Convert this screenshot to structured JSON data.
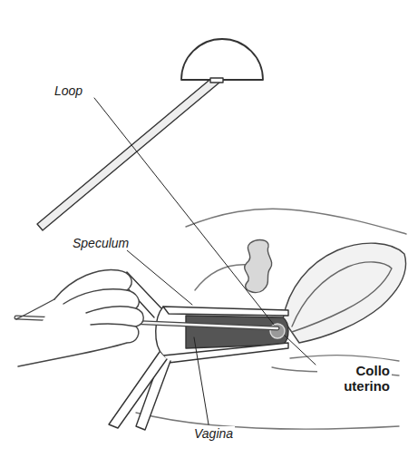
{
  "diagram": {
    "labels": [
      "Loop",
      "Speculum",
      "Vagina",
      "Collo uterino"
    ]
  }
}
